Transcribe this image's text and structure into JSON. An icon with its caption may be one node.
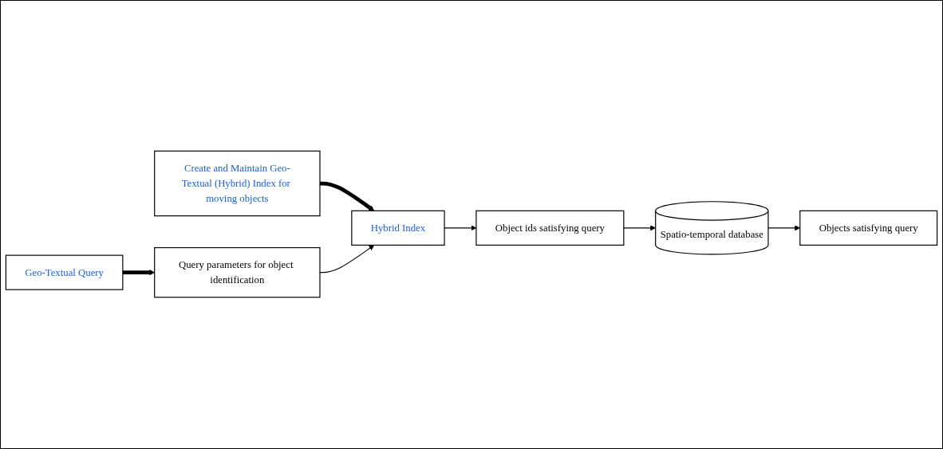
{
  "diagram": {
    "nodes": [
      {
        "text": [
          "Create and Maintain Geo-Textual (Hybrid) Index for moving objects"
        ]
      },
      {
        "text": [
          "Hybrid Index"
        ]
      },
      {
        "text": [
          "Geo-Textual Query"
        ]
      },
      {
        "text": [
          "Query parameters for object identification"
        ]
      },
      {
        "text": [
          "Object ids satisfying query"
        ]
      },
      {
        "text": [
          "Objects satisfying query"
        ]
      },
      {
        "text": [
          "Spatio-temporal database"
        ]
      }
    ],
    "edges": [
      {
        "from": 0,
        "to": 1,
        "arrow": "to",
        "style": "thick"
      },
      {
        "from": 2,
        "to": 3,
        "arrow": "to",
        "style": "thick"
      },
      {
        "from": 3,
        "to": 1,
        "arrow": "to"
      },
      {
        "from": 1,
        "to": 4,
        "arrow": "to"
      },
      {
        "from": 4,
        "to": 6,
        "arrow": "to"
      },
      {
        "from": 6,
        "to": 5,
        "arrow": "to"
      }
    ]
  }
}
